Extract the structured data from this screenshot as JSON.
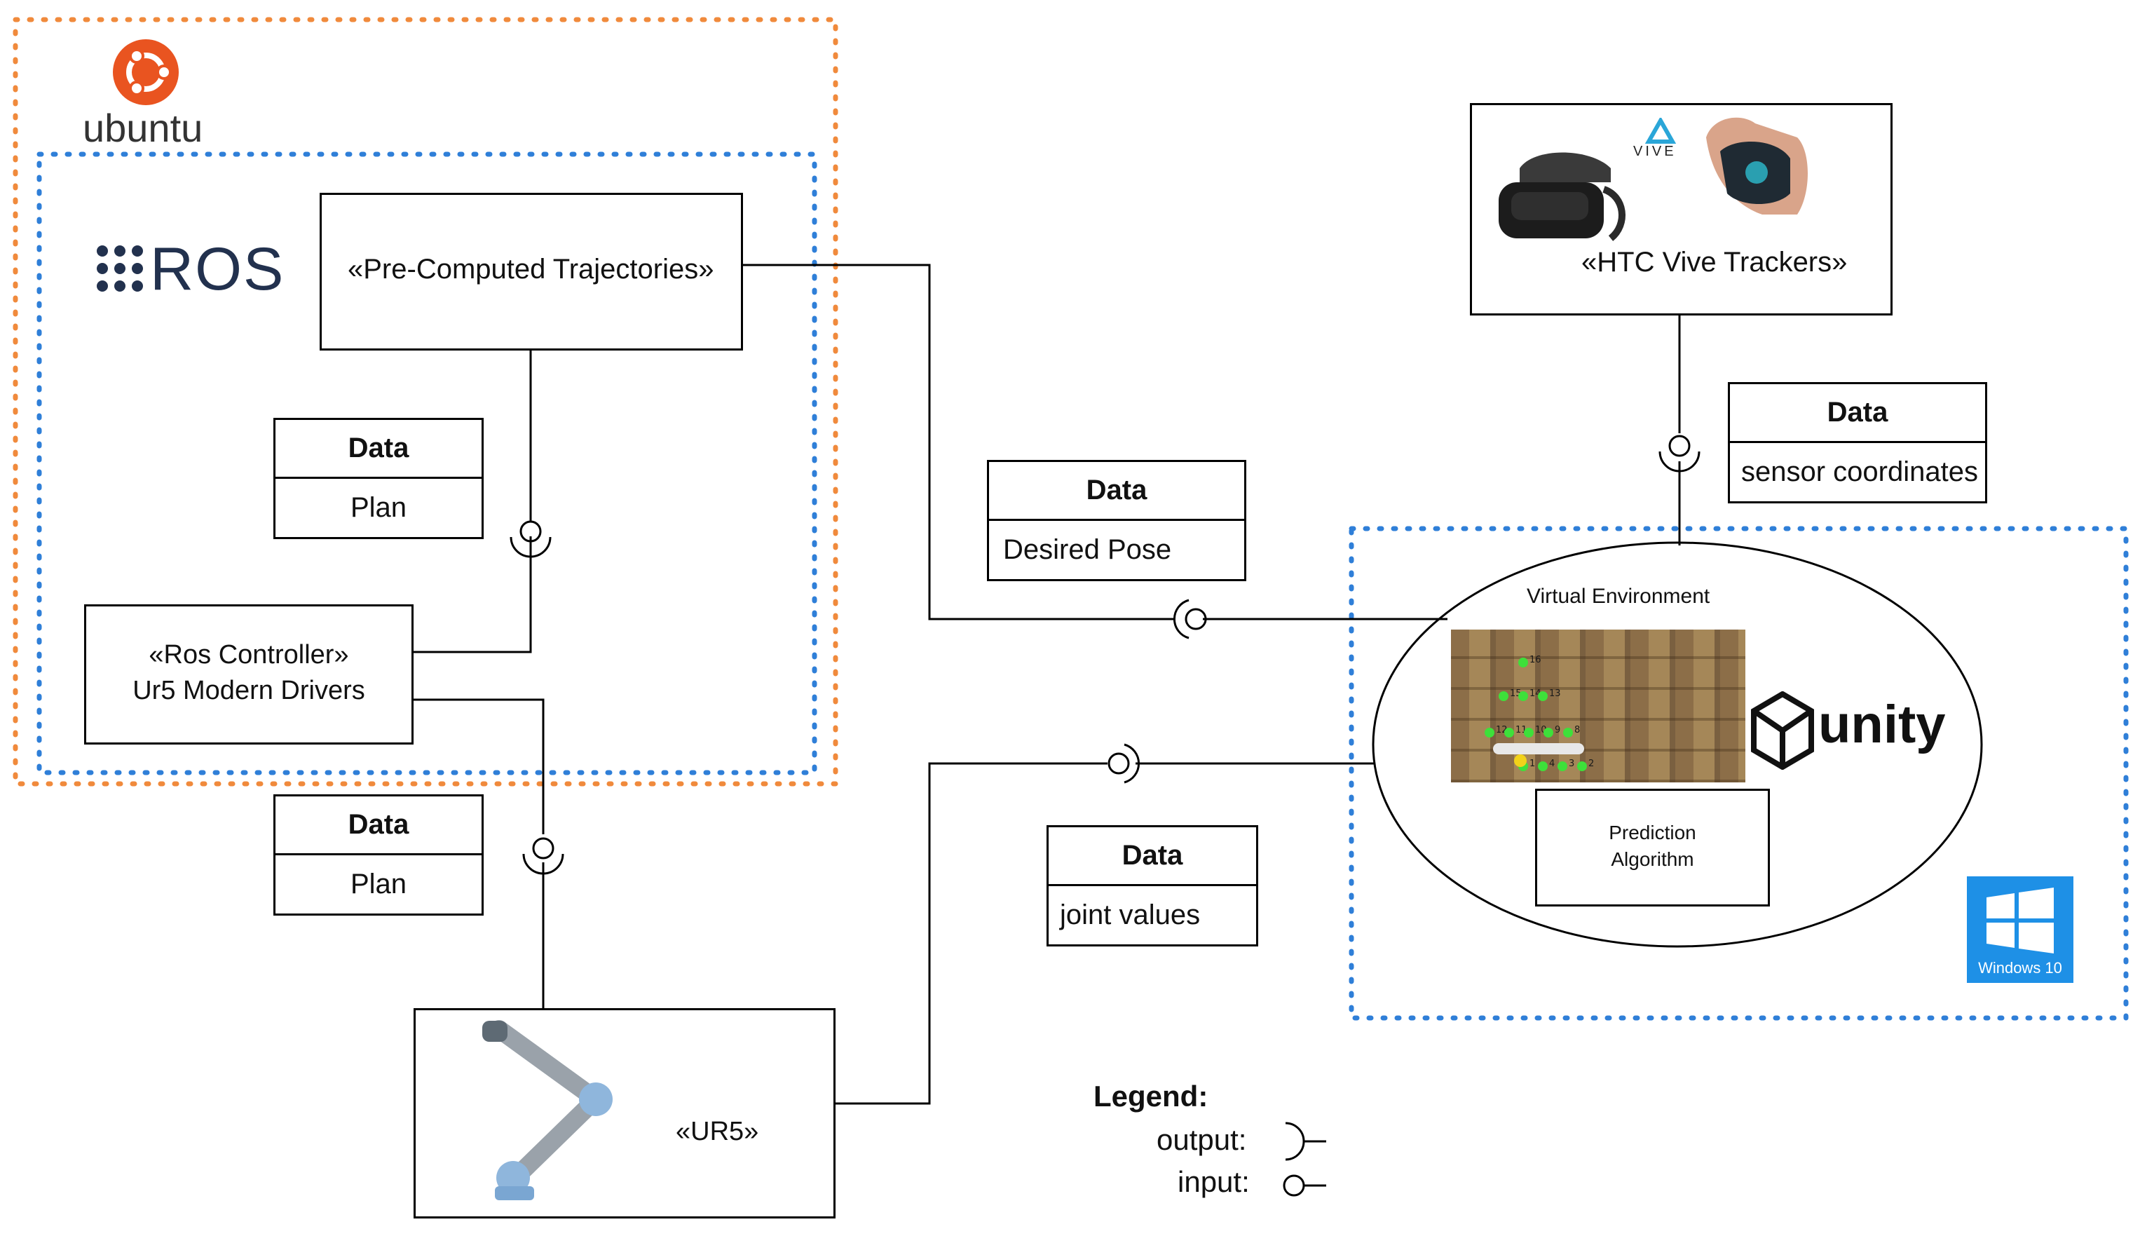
{
  "platforms": {
    "ubuntu_label": "ubuntu",
    "ros_label": "ROS",
    "unity_label": "unity",
    "windows_label": "Windows 10",
    "vive_label": "VIVE"
  },
  "components": {
    "trajectories": "«Pre-Computed Trajectories»",
    "ros_controller_line1": "«Ros Controller»",
    "ros_controller_line2": "Ur5 Modern Drivers",
    "ur5": "«UR5»",
    "htc": "«HTC Vive Trackers»",
    "virtual_env": "Virtual Environment",
    "prediction_line1": "Prediction",
    "prediction_line2": "Algorithm"
  },
  "data_boxes": [
    {
      "title": "Data",
      "value": "Plan"
    },
    {
      "title": "Data",
      "value": "Plan"
    },
    {
      "title": "Data",
      "value": "Desired Pose"
    },
    {
      "title": "Data",
      "value": "sensor coordinates"
    },
    {
      "title": "Data",
      "value": "joint values"
    }
  ],
  "grid_markers": [
    "16",
    "15",
    "14",
    "13",
    "12",
    "11",
    "10",
    "9",
    "8",
    "4",
    "3",
    "2",
    "1"
  ],
  "legend": {
    "title": "Legend:",
    "output": "output:",
    "input": "input:"
  },
  "colors": {
    "ubuntu_orange": "#f08a3c",
    "dotted_blue": "#2f7fd8",
    "ros_navy": "#22314e",
    "windows_blue": "#1e90e6"
  }
}
